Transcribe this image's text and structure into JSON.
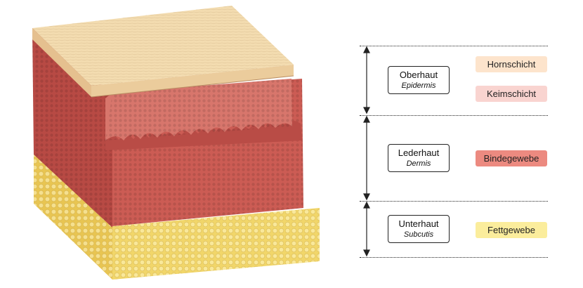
{
  "layers": [
    {
      "main": "Oberhaut",
      "latin": "Epidermis",
      "tags": [
        {
          "label": "Hornschicht",
          "color": "#fde4cc"
        },
        {
          "label": "Keimschicht",
          "color": "#f9d4d0"
        }
      ]
    },
    {
      "main": "Lederhaut",
      "latin": "Dermis",
      "tags": [
        {
          "label": "Bindegewebe",
          "color": "#ec8a80"
        }
      ]
    },
    {
      "main": "Unterhaut",
      "latin": "Subcutis",
      "tags": [
        {
          "label": "Fettgewebe",
          "color": "#fbed9c"
        }
      ]
    }
  ],
  "colors": {
    "horn": "#f3dcb0",
    "dermis": "#c95a52",
    "fat": "#f1d66a"
  }
}
